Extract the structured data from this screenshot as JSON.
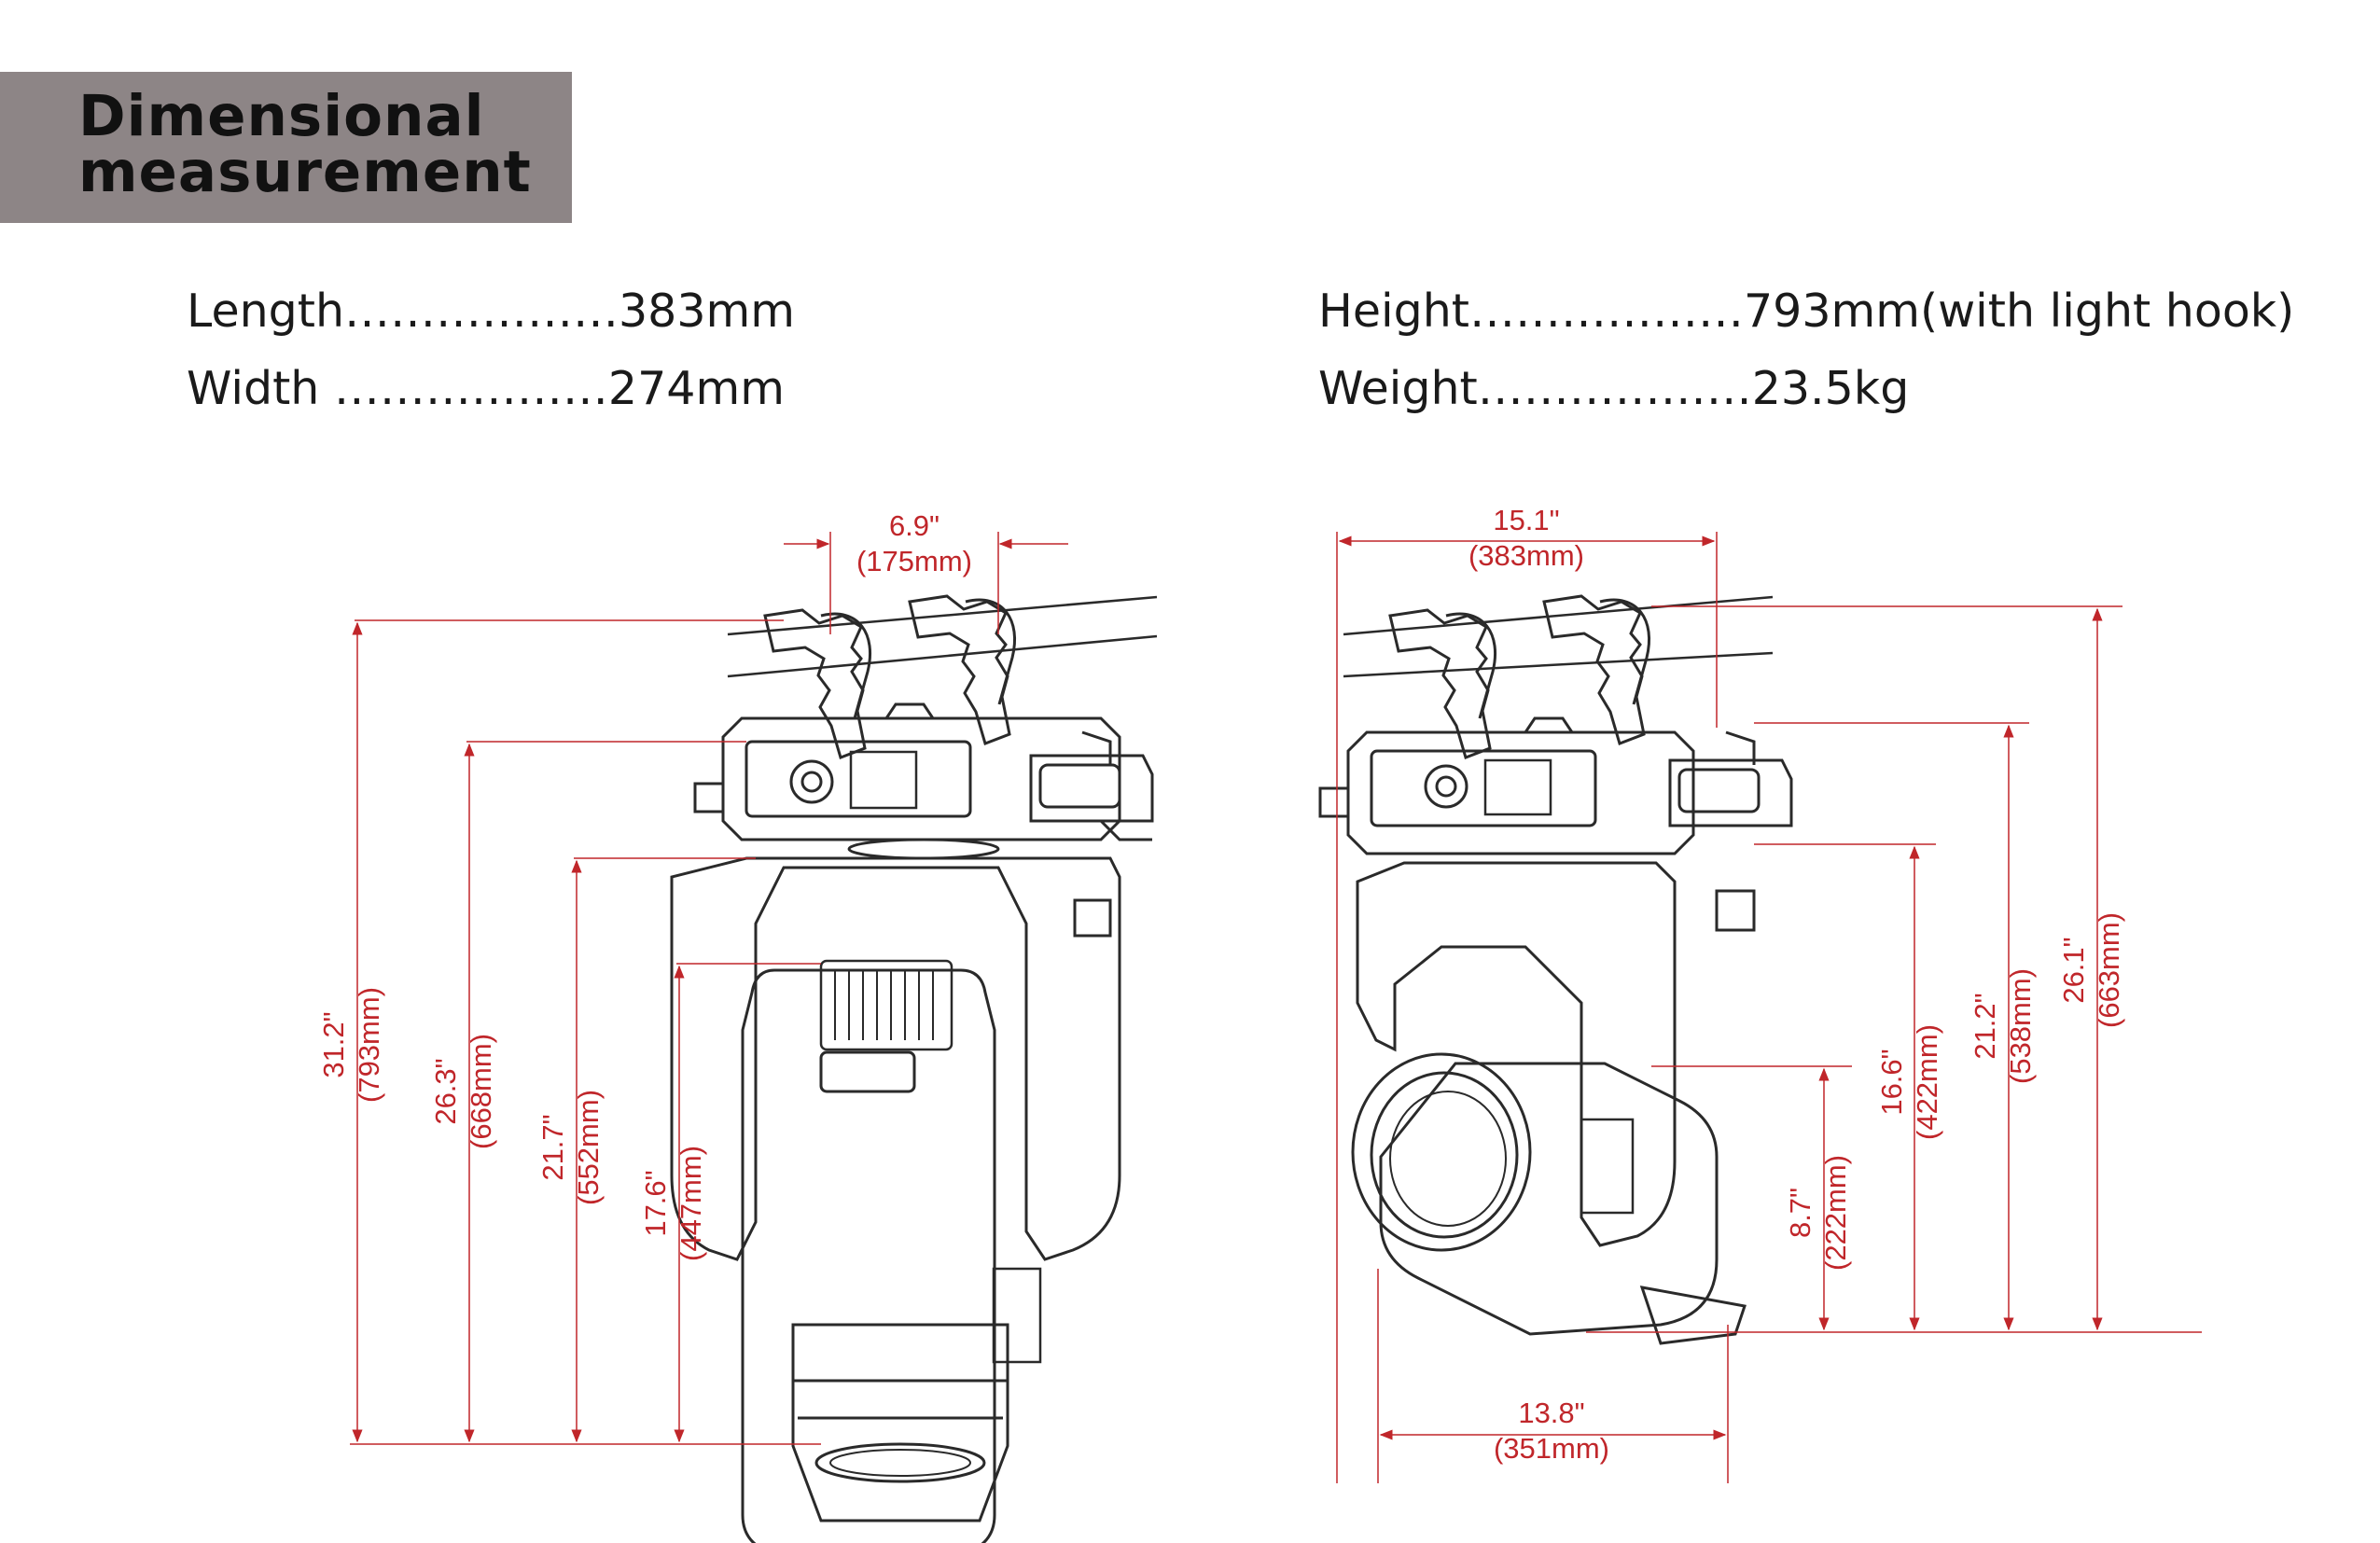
{
  "title": {
    "line1": "Dimensional",
    "line2": "measurement"
  },
  "specs": {
    "length": "Length………………383mm",
    "width": "Width  ………………274mm",
    "height": "Height………………793mm(with light hook)",
    "weight": "Weight………………23.5kg"
  },
  "front_view": {
    "top_width": {
      "in": "6.9\"",
      "mm": "(175mm)"
    },
    "height_total": {
      "in": "31.2\"",
      "mm": "(793mm)"
    },
    "height_2": {
      "in": "26.3\"",
      "mm": "(668mm)"
    },
    "height_3": {
      "in": "21.7\"",
      "mm": "(552mm)"
    },
    "height_4": {
      "in": "17.6\"",
      "mm": "(447mm)"
    }
  },
  "side_view": {
    "top_width": {
      "in": "15.1\"",
      "mm": "(383mm)"
    },
    "bottom_width": {
      "in": "13.8\"",
      "mm": "(351mm)"
    },
    "h1": {
      "in": "8.7\"",
      "mm": "(222mm)"
    },
    "h2": {
      "in": "16.6\"",
      "mm": "(422mm)"
    },
    "h3": {
      "in": "21.2\"",
      "mm": "(538mm)"
    },
    "h4": {
      "in": "26.1\"",
      "mm": "(663mm)"
    }
  },
  "colors": {
    "dimension": "#c0262a",
    "title_bg": "#8d8586",
    "linework": "#2a2a2a"
  },
  "icons": [
    "clamp-icon",
    "moving-head-fixture-icon"
  ]
}
